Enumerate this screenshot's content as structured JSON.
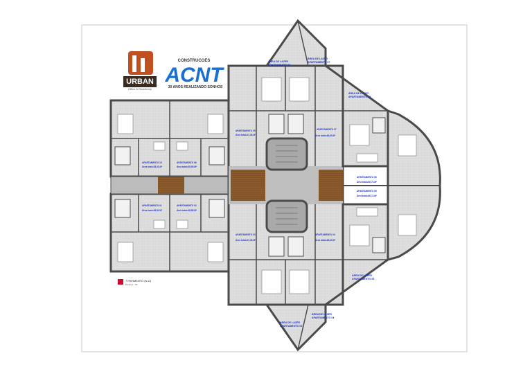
{
  "logos": {
    "urban": {
      "name": "URBAN",
      "tagline": "Office & Residence"
    },
    "acnt": {
      "top": "CONSTRUCOES",
      "name": "ACNT",
      "tagline": "30 ANOS REALIZANDO SONHOS"
    }
  },
  "apartments": [
    {
      "id": "ap05",
      "label": "APARTAMENTO 05",
      "area": "Área total=47,38 M²"
    },
    {
      "id": "ap07",
      "label": "APARTAMENTO 07",
      "area": "Área total=48,63 M²"
    },
    {
      "id": "ap15",
      "label": "APARTAMENTO 15",
      "area": "Área total=35,51 M²"
    },
    {
      "id": "ap06",
      "label": "APARTAMENTO 06",
      "area": "Área total=35,56 M²"
    },
    {
      "id": "ap08",
      "label": "APARTAMENTO 08",
      "area": "Área total=60,74 M²"
    },
    {
      "id": "ap09",
      "label": "APARTAMENTO 09",
      "area": "Área total=60,74 M²"
    },
    {
      "id": "ap01",
      "label": "APARTAMENTO 01",
      "area": "Área total=35,51 M²"
    },
    {
      "id": "ap02",
      "label": "APARTAMENTO 02",
      "area": "Área total=35,56 M²"
    },
    {
      "id": "ap03",
      "label": "APARTAMENTO 03",
      "area": "Área total=47,38 M²"
    },
    {
      "id": "ap04",
      "label": "APARTAMENTO 04",
      "area": "Área total=48,63 M²"
    }
  ],
  "leisure": [
    {
      "id": "l06",
      "line1": "ÁREA DE LAZER",
      "line2": "APARTAMENTO 06"
    },
    {
      "id": "l07",
      "line1": "ÁREA DE LAZER",
      "line2": "APARTAMENTO 07"
    },
    {
      "id": "l08",
      "line1": "ÁREA DE LAZER",
      "line2": "APARTAMENTO 08"
    },
    {
      "id": "l05",
      "line1": "ÁREA DE LAZER",
      "line2": "APARTAMENTO 05"
    },
    {
      "id": "l03",
      "line1": "ÁREA DE LAZER",
      "line2": "APARTAMENTO 03"
    },
    {
      "id": "l04",
      "line1": "ÁREA DE LAZER",
      "line2": "APARTAMENTO 04"
    }
  ],
  "title": {
    "main": "7 PAVIMENTO (N.O)",
    "scale": "Escala 1 : 50"
  },
  "colors": {
    "wall": "#4a4a4a",
    "floor": "#d9d9d9",
    "corridor": "#8b5a2b",
    "label": "#1a33cc",
    "urban": "#c0501f",
    "acnt": "#1b6fd1"
  }
}
